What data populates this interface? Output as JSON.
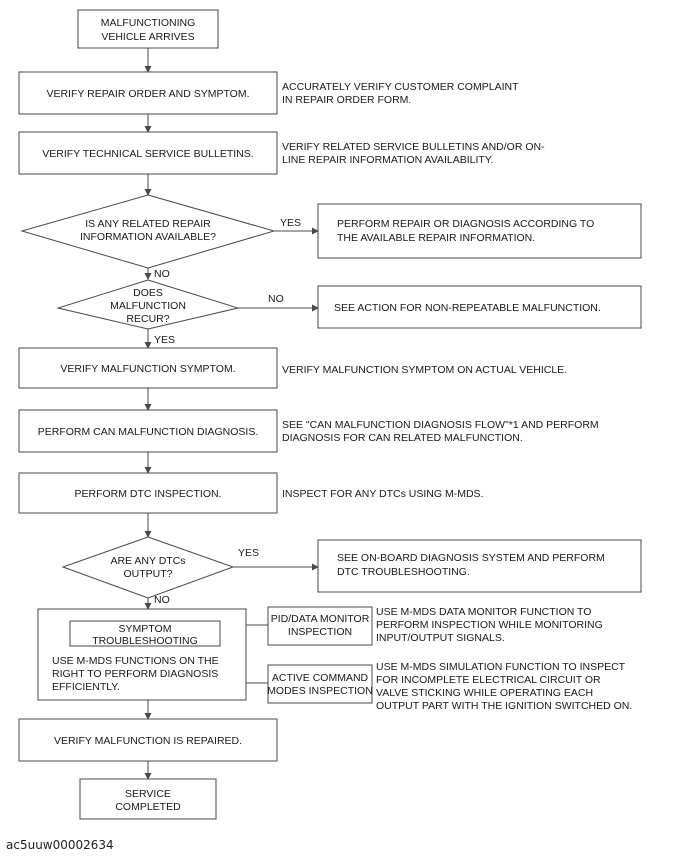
{
  "flow": {
    "start": [
      "MALFUNCTIONING",
      "VEHICLE ARRIVES"
    ],
    "verify_order": "VERIFY REPAIR ORDER AND SYMPTOM.",
    "verify_order_note": [
      "ACCURATELY VERIFY CUSTOMER COMPLAINT",
      "IN REPAIR ORDER FORM."
    ],
    "verify_tsb": "VERIFY TECHNICAL SERVICE BULLETINS.",
    "verify_tsb_note": [
      "VERIFY RELATED SERVICE BULLETINS AND/OR ON-",
      "LINE REPAIR INFORMATION AVAILABILITY."
    ],
    "decision_info": [
      "IS ANY RELATED REPAIR",
      "INFORMATION AVAILABLE?"
    ],
    "yes": "YES",
    "no": "NO",
    "perform_repair": [
      "PERFORM REPAIR OR DIAGNOSIS ACCORDING TO",
      "THE AVAILABLE REPAIR INFORMATION."
    ],
    "decision_recur": [
      "DOES",
      "MALFUNCTION",
      "RECUR?"
    ],
    "non_repeatable": "SEE ACTION FOR NON-REPEATABLE MALFUNCTION.",
    "verify_symptom": "VERIFY MALFUNCTION SYMPTOM.",
    "verify_symptom_note": "VERIFY MALFUNCTION SYMPTOM ON ACTUAL VEHICLE.",
    "can_diag": "PERFORM CAN MALFUNCTION DIAGNOSIS.",
    "can_diag_note": [
      "SEE \"CAN MALFUNCTION DIAGNOSIS FLOW\"*1 AND PERFORM",
      "DIAGNOSIS FOR CAN RELATED MALFUNCTION."
    ],
    "dtc_insp": "PERFORM DTC INSPECTION.",
    "dtc_insp_note": "INSPECT FOR ANY DTCs USING M-MDS.",
    "decision_dtc": [
      "ARE ANY DTCs",
      "OUTPUT?"
    ],
    "obd": [
      "SEE ON-BOARD DIAGNOSIS SYSTEM AND PERFORM",
      "DTC TROUBLESHOOTING."
    ],
    "symptom_title": [
      "SYMPTOM",
      "TROUBLESHOOTING"
    ],
    "symptom_body": [
      "USE M-MDS FUNCTIONS ON THE",
      "RIGHT TO PERFORM DIAGNOSIS",
      "EFFICIENTLY."
    ],
    "pid": [
      "PID/DATA MONITOR",
      "INSPECTION"
    ],
    "pid_note": [
      "USE M-MDS DATA MONITOR FUNCTION TO",
      "PERFORM INSPECTION WHILE MONITORING",
      "INPUT/OUTPUT SIGNALS."
    ],
    "active": [
      "ACTIVE COMMAND",
      "MODES INSPECTION"
    ],
    "active_note": [
      "USE M-MDS SIMULATION FUNCTION TO INSPECT",
      "FOR INCOMPLETE ELECTRICAL CIRCUIT OR",
      "VALVE STICKING WHILE OPERATING EACH",
      "OUTPUT PART WITH THE IGNITION SWITCHED ON."
    ],
    "verify_repaired": "VERIFY MALFUNCTION IS REPAIRED.",
    "end": [
      "SERVICE",
      "COMPLETED"
    ]
  },
  "caption": "ac5uuw00002634"
}
